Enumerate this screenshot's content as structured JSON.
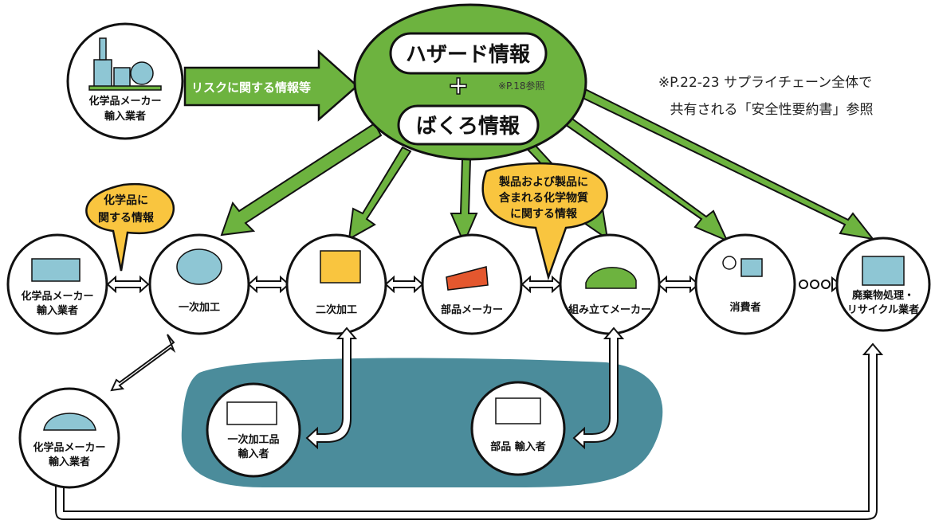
{
  "hub": {
    "hazard_label": "ハザード情報",
    "plus": "+",
    "exposure_label": "ばくろ情報",
    "ref_note": "※P.18参照"
  },
  "top_left": {
    "line1": "化学品メーカー",
    "line2": "輸入業者",
    "arrow_label": "リスクに関する情報等"
  },
  "top_right_note": {
    "line1": "※P.22-23 サプライチェーン全体で",
    "line2": "共有される「安全性要約書」参照"
  },
  "bubbles": {
    "chem_info": [
      "化学品に",
      "関する情報"
    ],
    "product_info": [
      "製品および製品に",
      "含まれる化学物質",
      "に関する情報"
    ]
  },
  "chain_nodes": [
    {
      "key": "chem-maker",
      "lines": [
        "化学品メーカー",
        "輸入業者"
      ]
    },
    {
      "key": "primary-processing",
      "lines": [
        "一次加工"
      ]
    },
    {
      "key": "secondary-processing",
      "lines": [
        "二次加工"
      ]
    },
    {
      "key": "parts-maker",
      "lines": [
        "部品メーカー"
      ]
    },
    {
      "key": "assembly-maker",
      "lines": [
        "組み立てメーカー"
      ]
    },
    {
      "key": "consumer",
      "lines": [
        "消費者"
      ]
    },
    {
      "key": "waste-recycling",
      "lines": [
        "廃棄物処理・",
        "リサイクル業者"
      ]
    }
  ],
  "lower_nodes": [
    {
      "key": "chem-maker-lower",
      "lines": [
        "化学品メーカー",
        "輸入業者"
      ]
    },
    {
      "key": "primary-goods-importer",
      "lines": [
        "一次加工品",
        "輸入者"
      ]
    },
    {
      "key": "parts-importer",
      "lines": [
        "部品 輸入者"
      ]
    }
  ],
  "colors": {
    "green": "#6db33f",
    "bubble": "#f9c53f",
    "lake": "#4b8c9b",
    "outline": "#111111"
  }
}
